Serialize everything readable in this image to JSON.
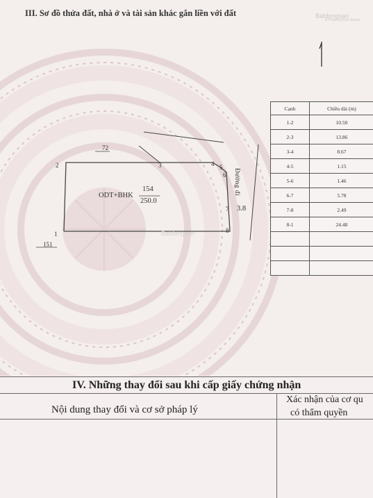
{
  "section3": {
    "title": "III. Sơ đồ thửa đất, nhà ở và tài sản khác gắn liền với đất"
  },
  "watermark": {
    "brand": "Batdongsan",
    "tagline": "A PropertyGuru Group"
  },
  "plot": {
    "land_use": "ODT+BHK",
    "parcel_number": "154",
    "area": "250.0",
    "neighbor_top": "72",
    "neighbor_bottom": "151",
    "road_label": "Đường đi",
    "road_width": "3.8",
    "points": [
      "1",
      "2",
      "3",
      "4",
      "5",
      "6",
      "7",
      "8"
    ]
  },
  "edge_table": {
    "headers": [
      "Cạnh",
      "Chiều dài (m)"
    ],
    "rows": [
      {
        "edge": "1-2",
        "length": "10.50"
      },
      {
        "edge": "2-3",
        "length": "13.86"
      },
      {
        "edge": "3-4",
        "length": "8.67"
      },
      {
        "edge": "4-5",
        "length": "1.15"
      },
      {
        "edge": "5-6",
        "length": "1.46"
      },
      {
        "edge": "6-7",
        "length": "5.78"
      },
      {
        "edge": "7-8",
        "length": "2.49"
      },
      {
        "edge": "8-1",
        "length": "24.48"
      }
    ]
  },
  "section4": {
    "title": "IV. Những thay đổi sau khi cấp giấy chứng nhận",
    "col_content": "Nội dung thay đổi và cơ sở pháp lý",
    "col_confirm_line1": "Xác nhận của cơ qu",
    "col_confirm_line2": "có thẩm quyền"
  }
}
